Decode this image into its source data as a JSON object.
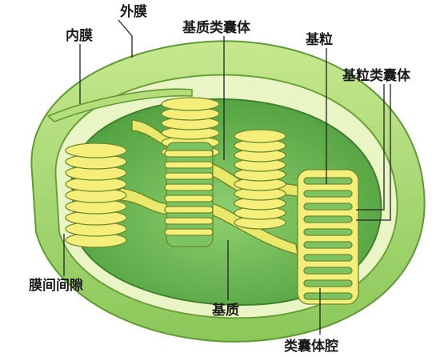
{
  "labels": {
    "outer_membrane": "外膜",
    "inner_membrane": "内膜",
    "stroma_thylakoid": "基质类囊体",
    "granum": "基粒",
    "grana_thylakoid": "基粒类囊体",
    "intermembrane_space": "膜间间隙",
    "stroma": "基质",
    "thylakoid_lumen": "类囊体腔"
  },
  "colors": {
    "outer_membrane": "#9fd26a",
    "inner_membrane": "#dff0b0",
    "stroma": "#6cbf58",
    "thylakoid_fill": "#f5ee7a",
    "thylakoid_stroke": "#6d8a2c",
    "lumen": "#7cc463"
  }
}
